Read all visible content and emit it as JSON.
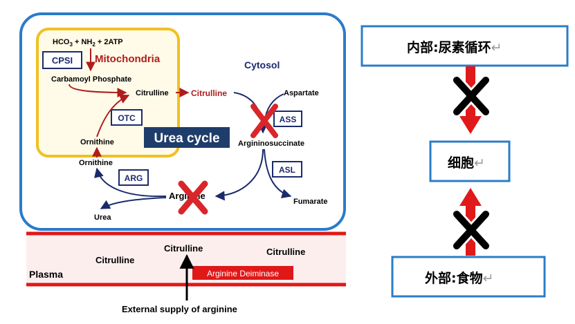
{
  "colors": {
    "blue_box": "#2b7bc9",
    "mito_border": "#f0c020",
    "mito_fill": "#fffbe8",
    "navy": "#1a2a6c",
    "dark_red": "#b01c1c",
    "cross_red": "#d8262b",
    "plasma_fill": "#fdeeee",
    "plasma_border": "#e01818",
    "urea_cycle_bg": "#1f3d6b",
    "right_box_border": "#2a7dc8",
    "arrow_red": "#e01a1a"
  },
  "left": {
    "cytosol": "Cytosol",
    "mitochondria": "Mitochondria",
    "substrates_line": {
      "hco": "HCO",
      "hco_sub": "3",
      "plus_nh": " + NH",
      "nh_sub": "2",
      "plus_atp": " + 2ATP"
    },
    "cpsi": "CPSI",
    "carbamoyl": "Carbamoyl  Phosphate",
    "citrulline_mito": "Citrulline",
    "citrulline_cyto": "Citrulline",
    "otc": "OTC",
    "ornithine_mito": "Ornithine",
    "ornithine_cyto": "Ornithine",
    "urea_cycle": "Urea cycle",
    "aspartate": "Aspartate",
    "ass": "ASS",
    "argininosuccinate": "Argininosuccinate",
    "asl": "ASL",
    "arginine": "Arginine",
    "arg": "ARG",
    "fumarate": "Fumarate",
    "urea": "Urea",
    "plasma": "Plasma",
    "plasma_citrulline_1": "Citrulline",
    "plasma_citrulline_2": "Citrulline",
    "plasma_citrulline_3": "Citrulline",
    "arginine_deiminase": "Arginine Deiminase",
    "external_supply": "External supply of arginine"
  },
  "right": {
    "top_box": "内部:尿素循环",
    "middle_box": "细胞",
    "bottom_box": "外部:食物",
    "return_mark": "↵"
  }
}
